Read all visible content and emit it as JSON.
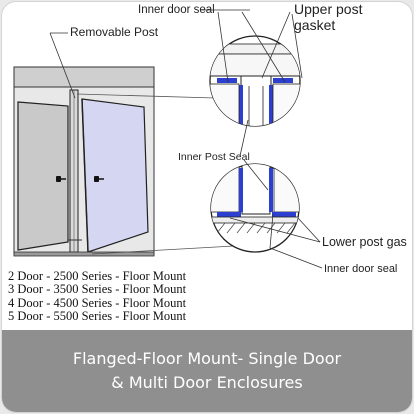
{
  "diagram": {
    "labels": {
      "removable_post": "Removable Post",
      "inner_door_seal_top": "Inner door seal",
      "upper_post_gasket_line1": "Upper post",
      "upper_post_gasket_line2": "gasket",
      "inner_post_seal": "Inner Post Seal",
      "lower_post_gasket": "Lower post gas",
      "inner_door_seal_bottom": "Inner door seal"
    },
    "series": [
      "2 Door - 2500 Series - Floor Mount",
      "3 Door - 3500 Series - Floor Mount",
      "4 Door - 4500 Series - Floor Mount",
      "5 Door - 5500 Series - Floor Mount"
    ]
  },
  "caption": {
    "line1": "Flanged-Floor Mount- Single Door",
    "line2": "& Multi Door Enclosures"
  },
  "colors": {
    "blue_seal": "#2d3fd0",
    "door_fill": "#c9c9c9",
    "open_door_fill": "#d5d7f2",
    "caption_bg": "#8f8f8f"
  }
}
